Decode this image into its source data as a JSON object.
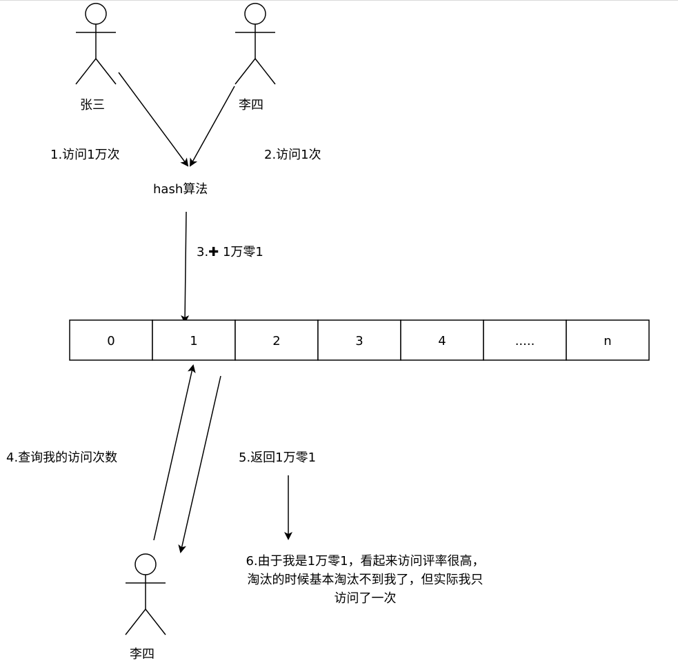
{
  "actors": {
    "zhangsan": "张三",
    "lisi_top": "李四",
    "lisi_bottom": "李四"
  },
  "steps": {
    "step1": "1.访问1万次",
    "step2": "2.访问1次",
    "step3": "3.✚ 1万零1",
    "step4": "4.查询我的访问次数",
    "step5": "5.返回1万零1",
    "step6": "6.由于我是1万零1，看起来访问评率很高，淘汰的时候基本淘汰不到我了，但实际我只访问了一次"
  },
  "hash_label": "hash算法",
  "array_cells": [
    "0",
    "1",
    "2",
    "3",
    "4",
    ".....",
    "n"
  ],
  "colors": {
    "stroke": "#000000",
    "background": "#ffffff"
  }
}
